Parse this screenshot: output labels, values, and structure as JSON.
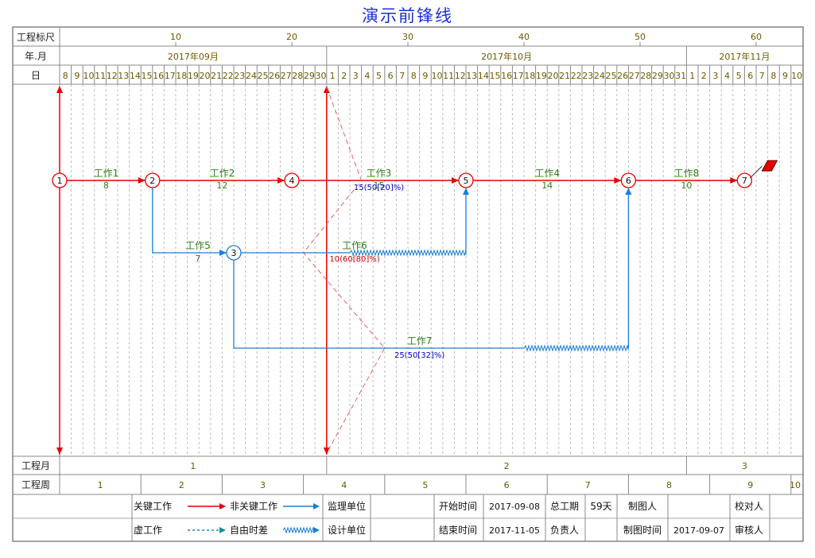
{
  "title": "演示前锋线",
  "header": {
    "ruler_label": "工程标尺",
    "month_label": "年.月",
    "day_label": "日",
    "ruler_ticks": [
      "10",
      "20",
      "30",
      "40",
      "50",
      "60"
    ],
    "months": [
      "2017年09月",
      "2017年10月",
      "2017年11月"
    ],
    "days": [
      "8",
      "9",
      "10",
      "11",
      "12",
      "13",
      "14",
      "15",
      "16",
      "17",
      "18",
      "19",
      "20",
      "21",
      "22",
      "23",
      "24",
      "25",
      "26",
      "27",
      "28",
      "29",
      "30",
      "1",
      "2",
      "3",
      "4",
      "5",
      "6",
      "7",
      "8",
      "9",
      "10",
      "11",
      "12",
      "13",
      "14",
      "15",
      "16",
      "17",
      "18",
      "19",
      "20",
      "21",
      "22",
      "23",
      "24",
      "25",
      "26",
      "27",
      "28",
      "29",
      "30",
      "31",
      "1",
      "2",
      "3",
      "4",
      "5",
      "6",
      "7",
      "8",
      "9",
      "10"
    ]
  },
  "footer": {
    "project_month_label": "工程月",
    "project_week_label": "工程周",
    "project_months": [
      "1",
      "2",
      "3"
    ],
    "project_weeks": [
      "1",
      "2",
      "3",
      "4",
      "5",
      "6",
      "7",
      "8",
      "9",
      "10"
    ]
  },
  "legend": {
    "critical_work": "关键工作",
    "noncritical_work": "非关键工作",
    "dummy_work": "虚工作",
    "free_float": "自由时差",
    "supervision_unit_label": "监理单位",
    "design_unit_label": "设计单位",
    "start_time_label": "开始时间",
    "start_time": "2017-09-08",
    "end_time_label": "结束时间",
    "end_time": "2017-11-05",
    "total_duration_label": "总工期",
    "total_duration": "59天",
    "responsible_label": "负责人",
    "drafter_label": "制图人",
    "draft_time_label": "制图时间",
    "draft_time": "2017-09-07",
    "checker_label": "校对人",
    "reviewer_label": "审核人"
  },
  "colors": {
    "critical": "#e60000",
    "noncritical": "#1a7fd6",
    "label_green": "#2e7d1a",
    "progress_blue": "#0000c8",
    "progress_red": "#c80000",
    "header_text": "#6b5a00",
    "frontline": "#e06060"
  },
  "chart_data": {
    "type": "network-timeline",
    "nodes": [
      {
        "id": "1",
        "day": 0,
        "row": "top",
        "critical": true
      },
      {
        "id": "2",
        "day": 8,
        "row": "top",
        "critical": true
      },
      {
        "id": "4",
        "day": 20,
        "row": "top",
        "critical": true
      },
      {
        "id": "5",
        "day": 35,
        "row": "top",
        "critical": true
      },
      {
        "id": "6",
        "day": 49,
        "row": "top",
        "critical": true
      },
      {
        "id": "7",
        "day": 59,
        "row": "top",
        "critical": true
      },
      {
        "id": "3",
        "day": 15,
        "row": "mid",
        "critical": false
      }
    ],
    "activities": [
      {
        "name": "工作1",
        "duration": "8",
        "from": "1",
        "to": "2",
        "critical": true,
        "progress": ""
      },
      {
        "name": "工作2",
        "duration": "12",
        "from": "2",
        "to": "4",
        "critical": true,
        "progress": ""
      },
      {
        "name": "工作3",
        "duration": "15",
        "from": "4",
        "to": "5",
        "critical": true,
        "progress": "15(50[20]%)"
      },
      {
        "name": "工作4",
        "duration": "14",
        "from": "5",
        "to": "6",
        "critical": true,
        "progress": ""
      },
      {
        "name": "工作8",
        "duration": "10",
        "from": "6",
        "to": "7",
        "critical": true,
        "progress": ""
      },
      {
        "name": "工作5",
        "duration": "7",
        "from": "2",
        "to": "3",
        "critical": false,
        "progress": ""
      },
      {
        "name": "工作6",
        "duration": "",
        "from": "3",
        "to": "5",
        "critical": false,
        "progress": "10(60[80]%)"
      },
      {
        "name": "工作7",
        "duration": "",
        "from": "3",
        "to": "6",
        "critical": false,
        "progress": "25(50[32]%)"
      }
    ],
    "free_float": [
      {
        "activity": "工作6",
        "from_day": 25,
        "to_day": 35
      },
      {
        "activity": "工作7",
        "from_day": 40,
        "to_day": 49
      }
    ],
    "status_date_day": 23,
    "frontline_points": [
      {
        "activity": "top",
        "day": 23
      },
      {
        "activity": "工作3",
        "day": 26
      },
      {
        "activity": "工作6",
        "day": 21
      },
      {
        "activity": "工作7",
        "day": 28
      },
      {
        "activity": "bottom",
        "day": 23
      }
    ]
  }
}
